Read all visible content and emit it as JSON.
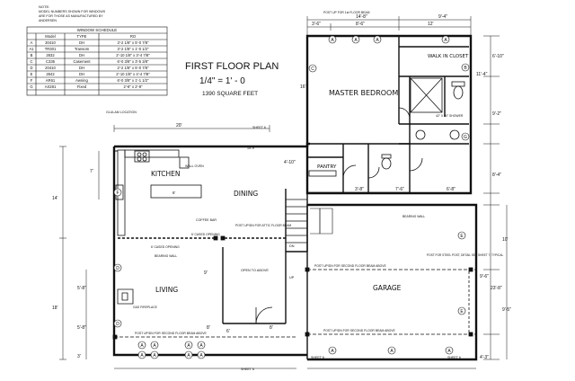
{
  "title": {
    "line1": "FIRST FLOOR PLAN",
    "scale": "1/4\" = 1' - 0",
    "area": "1390 SQUARE FEET"
  },
  "note": {
    "heading": "NOTE:",
    "lines": [
      "MODEL NUMBERS SHOWN FOR WINDOWS",
      "ARE FOR THOSE AS MANUFACTURED BY",
      "ANDERSEN"
    ]
  },
  "window_schedule": {
    "title": "WINDOW SCHEDULE",
    "headers": [
      "",
      "Model",
      "TYPE",
      "RO"
    ],
    "rows": [
      [
        "A",
        "30410",
        "DH",
        "3'-2 1/8\" x 5'-0 7/8\""
      ],
      [
        "A1",
        "TR301",
        "Transom",
        "3'-2 1/8\" x 1'-0 1/2\""
      ],
      [
        "B",
        "2832",
        "DH",
        "2'-10 1/8\" x 3'-4 7/8\""
      ],
      [
        "C",
        "C335",
        "Casement",
        "6'-0 3/8\" x 3'-5 3/8\""
      ],
      [
        "D",
        "20410",
        "DH",
        "2'-2 1/8\" x 5'-0 7/8\""
      ],
      [
        "E",
        "2842",
        "DH",
        "2'-10 1/8\" x 4'-4 7/8\""
      ],
      [
        "F",
        "AR61",
        "Awning",
        "6'-0 3/8\" x 1'-1 1/2\""
      ],
      [
        "G",
        "AX281",
        "Fixed",
        "2'-8\" x 2'-8\""
      ]
    ]
  },
  "rooms": {
    "master_bedroom": "MASTER BEDROOM",
    "walk_in_closet": "WALK IN CLOSET",
    "pantry": "PANTRY",
    "kitchen": "KITCHEN",
    "dining": "DINING",
    "living": "LIVING",
    "garage": "GARAGE"
  },
  "labels": {
    "post_1st_floor_beam_top": "POST UP FOR 1st FLOOR BEAM",
    "glulam_location": "GLULAM LOCATION",
    "sheet1": "SHEET 6",
    "shower": "42\" X 60\" SHOWER",
    "wall_oven": "WALL OVEN",
    "island_dim": "6'",
    "coffee_bar": "COFFEE BAR",
    "post_attic": "POST UP/DN FOR ATTIC FLOOR BEAM",
    "cased_opening_1": "6' CASED OPENING",
    "cased_opening_2": "6' CASED OPENING",
    "bearing_wall_left": "BEARING WALL",
    "bearing_wall_right": "BEARING WALL",
    "open_to_above": "OPEN TO ABOVE",
    "gas_fireplace": "GAS FIREPLACE",
    "post_second_beam_1": "POST UP/DN FOR SECOND FLOOR BEAM ABOVE",
    "post_steel": "POST FOR STEEL POST, DETAIL SEE SHEET 7, TYPICAL",
    "post_second_beam_2": "POST UP/DN FOR SECOND FLOOR BEAM ABOVE",
    "post_second_beam_3": "POST UP/DN FOR SECOND FLOOR BEAM ABOVE",
    "sheet2": "SHEET 6",
    "sheet3": "SHEET 6",
    "sheet4": "SHEET 6",
    "dn": "DN",
    "up": "UP",
    "stair": "15'-9"
  },
  "dimensions": {
    "top_3_6": "3'-6\"",
    "top_8_6": "8'-6\"",
    "top_14_8": "14'-8\"",
    "top_9_4": "9'-4\"",
    "top_12": "12'",
    "right_6_10": "6'-10\"",
    "right_11_4": "11'-4\"",
    "right_9_2": "9'-2\"",
    "right_8_4": "8'-4\"",
    "right_10": "10'",
    "right_9_6": "9'-6\"",
    "right_23_8": "23'-8\"",
    "right_9_5": "9'-5\"",
    "right_4_3": "4'-3\"",
    "left_14": "14'",
    "left_18": "18'",
    "left_5_8a": "5'-8\"",
    "left_5_8b": "5'-8\"",
    "left_3": "3'",
    "left_7": "7'",
    "top_20": "20'",
    "mid_4_10": "4'-10\"",
    "mid_3_8": "3'-8\"",
    "mid_7_6": "7'-6\"",
    "mid_6_8": "6'-8\"",
    "mid_9": "9'",
    "bot_6": "6'",
    "bot_8": "8'",
    "bot_8b": "8'",
    "bed_16": "16'"
  },
  "window_tags": {
    "master_top": [
      "A",
      "A",
      "A",
      "A"
    ],
    "master_left": "C",
    "closet_right": "B",
    "bath_right": "G",
    "kitchen_left": "F",
    "living_left": [
      "D",
      "D"
    ],
    "living_bottom": [
      "A",
      "A",
      "A",
      "A"
    ],
    "living_bottom2": [
      "A",
      "A",
      "A",
      "A"
    ],
    "garage_right": [
      "E",
      "E"
    ],
    "garage_bottom": [
      "A",
      "A",
      "A"
    ]
  },
  "colors": {
    "ink": "#111111",
    "paper": "#ffffff"
  }
}
